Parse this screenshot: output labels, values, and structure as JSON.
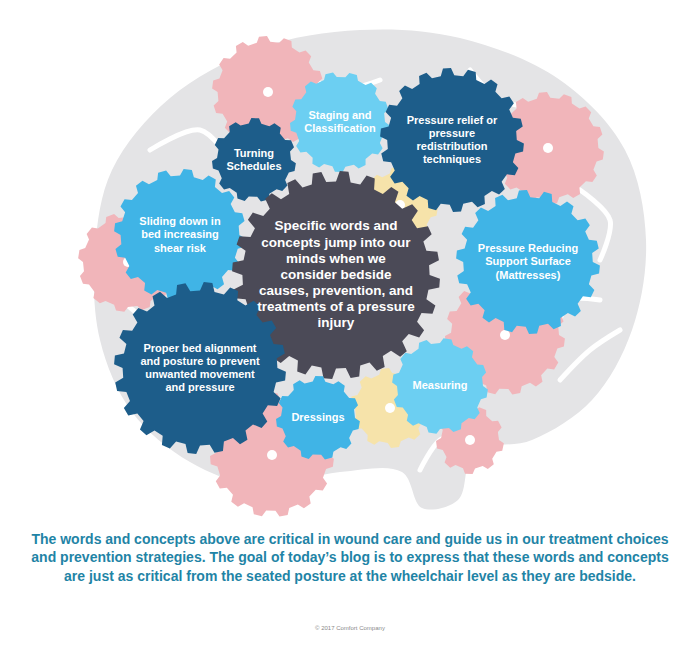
{
  "diagram": {
    "caption": "The words and concepts above are critical in wound care and guide us in our treatment choices and prevention strategies. The goal of today’s blog is to express that these words and concepts are just as critical from the seated posture at the wheelchair level as they are bedside.",
    "nodes": [
      {
        "text": [
          "Staging and Classification"
        ]
      },
      {
        "text": [
          "Pressure relief or pressure redistribution techniques"
        ]
      },
      {
        "text": [
          "Turning Schedules"
        ]
      },
      {
        "text": [
          "Sliding down in bed increasing shear risk"
        ]
      },
      {
        "text": [
          "Specific words and concepts jump into our minds when we consider bedside causes, prevention, and treatments of a pressure injury"
        ]
      },
      {
        "text": [
          "Pressure Reducing Support Surface (Mattresses)"
        ]
      },
      {
        "text": [
          "Proper bed alignment and posture to prevent unwanted movement and pressure"
        ]
      },
      {
        "text": [
          "Measuring"
        ]
      },
      {
        "text": [
          "Dressings"
        ]
      }
    ],
    "labels": [
      "© 2017 Comfort Company"
    ]
  }
}
